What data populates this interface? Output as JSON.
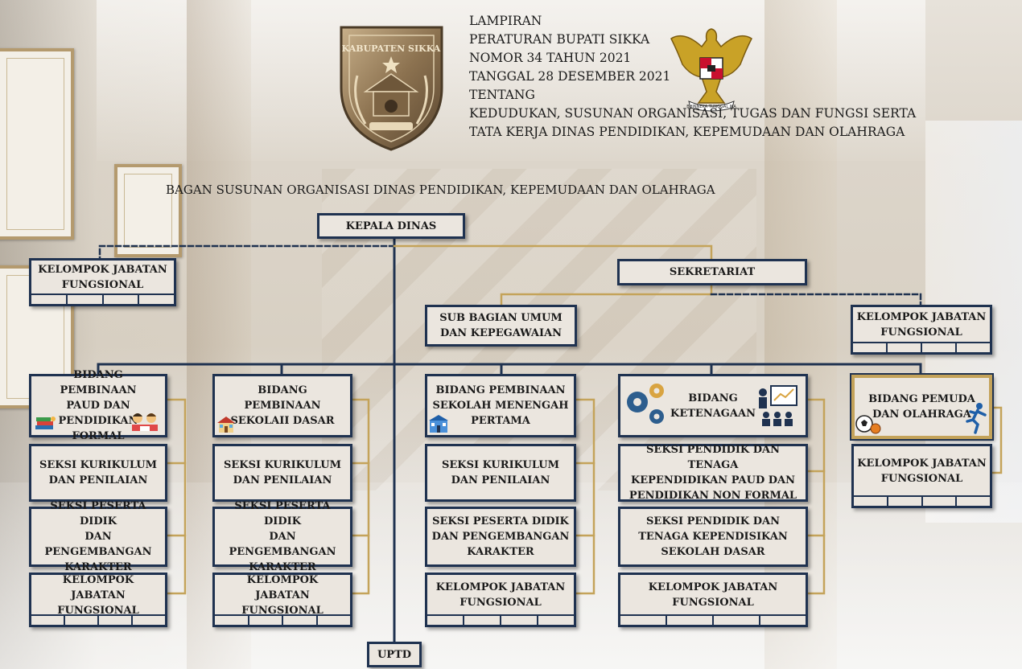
{
  "header": {
    "lines": [
      "LAMPIRAN",
      "PERATURAN BUPATI SIKKA",
      "NOMOR 34 TAHUN 2021",
      "TANGGAL 28 DESEMBER 2021",
      "TENTANG",
      "KEDUDUKAN, SUSUNAN ORGANISASI, TUGAS DAN FUNGSI SERTA",
      "TATA KERJA DINAS PENDIDIKAN, KEPEMUDAAN DAN OLAHRAGA"
    ],
    "emblem_left_text": "KABUPATEN SIKKA",
    "emblem_right_motto": "BHINNEKA TUNGGAL IKA"
  },
  "chart_title": "BAGAN SUSUNAN ORGANISASI DINAS PENDIDIKAN, KEPEMUDAAN DAN OLAHRAGA",
  "colors": {
    "navy": "#1f3250",
    "gold": "#c4a35a",
    "box_fill": "#ebe6df"
  },
  "nodes": {
    "kepala": [
      "KEPALA DINAS"
    ],
    "kjf_top": [
      "KELOMPOK JABATAN",
      "FUNGSIONAL"
    ],
    "sekretariat": [
      "SEKRETARIAT"
    ],
    "subbag": [
      "SUB BAGIAN UMUM",
      "DAN KEPEGAWAIAN"
    ],
    "kjf_sek": [
      "KELOMPOK JABATAN",
      "FUNGSIONAL"
    ],
    "bidang_paud": [
      "BIDANG PEMBINAAN",
      "PAUD DAN PENDIDIKAN",
      "FORMAL"
    ],
    "bidang_sd": [
      "BIDANG PEMBINAAN",
      "SEKOLAII DASAR"
    ],
    "bidang_smp": [
      "BIDANG PEMBINAAN",
      "SEKOLAH MENENGAH",
      "PERTAMA"
    ],
    "bidang_ket": [
      "BIDANG",
      "KETENAGAAN"
    ],
    "bidang_pemuda": [
      "BIDANG PEMUDA",
      "DAN OLAHRAGA"
    ],
    "c1_kur": [
      "SEKSI KURIKULUM",
      "DAN PENILAIAN"
    ],
    "c1_pes": [
      "SEKSI PESERTA DIDIK",
      "DAN PENGEMBANGAN",
      "KARAKTER"
    ],
    "c1_kjf": [
      "KELOMPOK JABATAN",
      "FUNGSIONAL"
    ],
    "c2_kur": [
      "SEKSI KURIKULUM",
      "DAN PENILAIAN"
    ],
    "c2_pes": [
      "SEKSI PESERTA DIDIK",
      "DAN PENGEMBANGAN",
      "KARAKTER"
    ],
    "c2_kjf": [
      "KELOMPOK JABATAN",
      "FUNGSIONAL"
    ],
    "c3_kur": [
      "SEKSI KURIKULUM",
      "DAN PENILAIAN"
    ],
    "c3_pes": [
      "SEKSI PESERTA DIDIK",
      "DAN PENGEMBANGAN",
      "KARAKTER"
    ],
    "c3_kjf": [
      "KELOMPOK JABATAN",
      "FUNGSIONAL"
    ],
    "c4_paud": [
      "SEKSI PENDIDIK DAN TENAGA",
      "KEPENDIDIKAN PAUD DAN",
      "PENDIDIKAN NON FORMAL"
    ],
    "c4_sd": [
      "SEKSI PENDIDIK DAN",
      "TENAGA KEPENDISIKAN",
      "SEKOLAH DASAR"
    ],
    "c4_kjf": [
      "KELOMPOK JABATAN",
      "FUNGSIONAL"
    ],
    "c5_kjf": [
      "KELOMPOK JABATAN",
      "FUNGSIONAL"
    ],
    "uptd": [
      "UPTD"
    ]
  }
}
